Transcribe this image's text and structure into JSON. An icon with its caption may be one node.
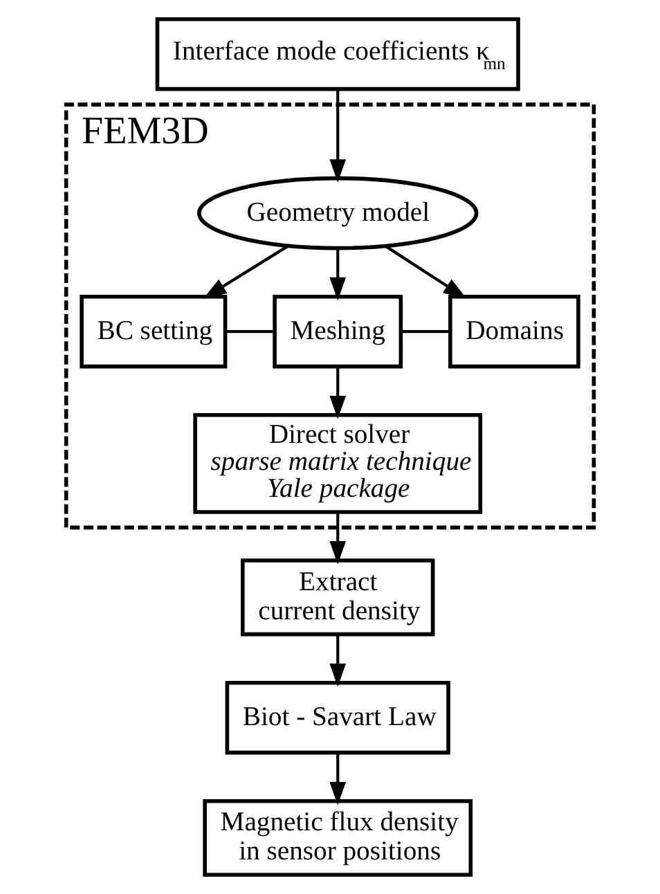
{
  "diagram": {
    "nodes": [
      {
        "text": [
          "Interface mode coefficients κ$_{mn}$"
        ]
      },
      {
        "text": [
          "FEM3D"
        ]
      },
      {
        "text": [
          "Geometry model"
        ],
        "in": 1
      },
      {
        "text": [
          "BC setting"
        ],
        "in": 1
      },
      {
        "text": [
          "Meshing"
        ],
        "in": 1
      },
      {
        "text": [
          "Domains"
        ],
        "in": 1
      },
      {
        "text": [
          "Direct solver",
          "*sparse matrix technique*",
          "*Yale package*"
        ],
        "in": 1
      },
      {
        "text": [
          "Extract current density"
        ]
      },
      {
        "text": [
          "Biot - Savart Law"
        ]
      },
      {
        "text": [
          "Magnetic flux density in sensor positions"
        ]
      }
    ],
    "edges": [
      {
        "from": 0,
        "to": 2,
        "arrow": "to"
      },
      {
        "from": 2,
        "to": 3,
        "arrow": "to"
      },
      {
        "from": 2,
        "to": 4,
        "arrow": "to"
      },
      {
        "from": 2,
        "to": 5,
        "arrow": "to"
      },
      {
        "from": 3,
        "to": 4,
        "arrow": "none"
      },
      {
        "from": 4,
        "to": 5,
        "arrow": "none"
      },
      {
        "from": 4,
        "to": 6,
        "arrow": "to"
      },
      {
        "from": 6,
        "to": 7,
        "arrow": "to"
      },
      {
        "from": 7,
        "to": 8,
        "arrow": "to"
      },
      {
        "from": 8,
        "to": 9,
        "arrow": "to"
      }
    ]
  }
}
